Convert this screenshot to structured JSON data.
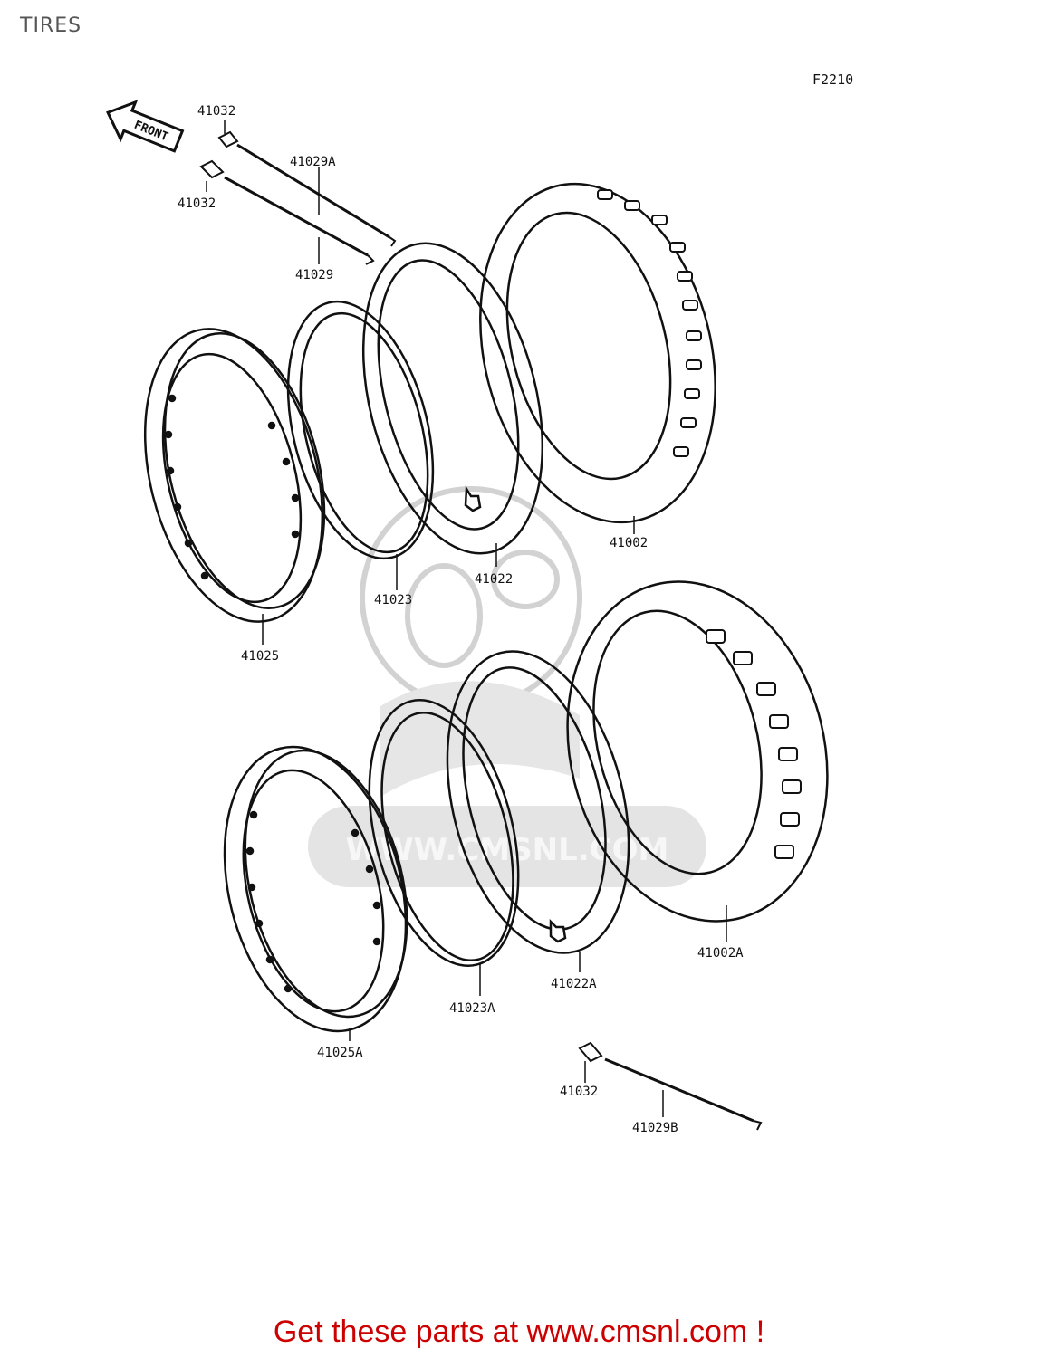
{
  "page": {
    "title": "TIRES",
    "figure_code": "F2210",
    "front_label": "FRONT"
  },
  "watermark": {
    "text": "WWW.CMSNL.COM",
    "color": "#d9d9d9"
  },
  "callouts": {
    "valve_cap_upper": "41032",
    "valve_cap_middle": "41032",
    "spoke_a": "41029A",
    "spoke": "41029",
    "tire_front": "41002",
    "tube_front": "41022",
    "rim_band_front": "41023",
    "rim_front": "41025",
    "tire_rear": "41002A",
    "tube_rear": "41022A",
    "rim_band_rear": "41023A",
    "rim_rear": "41025A",
    "valve_cap_lower": "41032",
    "spoke_b": "41029B"
  },
  "footer": {
    "text": "Get these parts at www.cmsnl.com !",
    "color": "#cc0000"
  },
  "colors": {
    "line": "#111111"
  }
}
